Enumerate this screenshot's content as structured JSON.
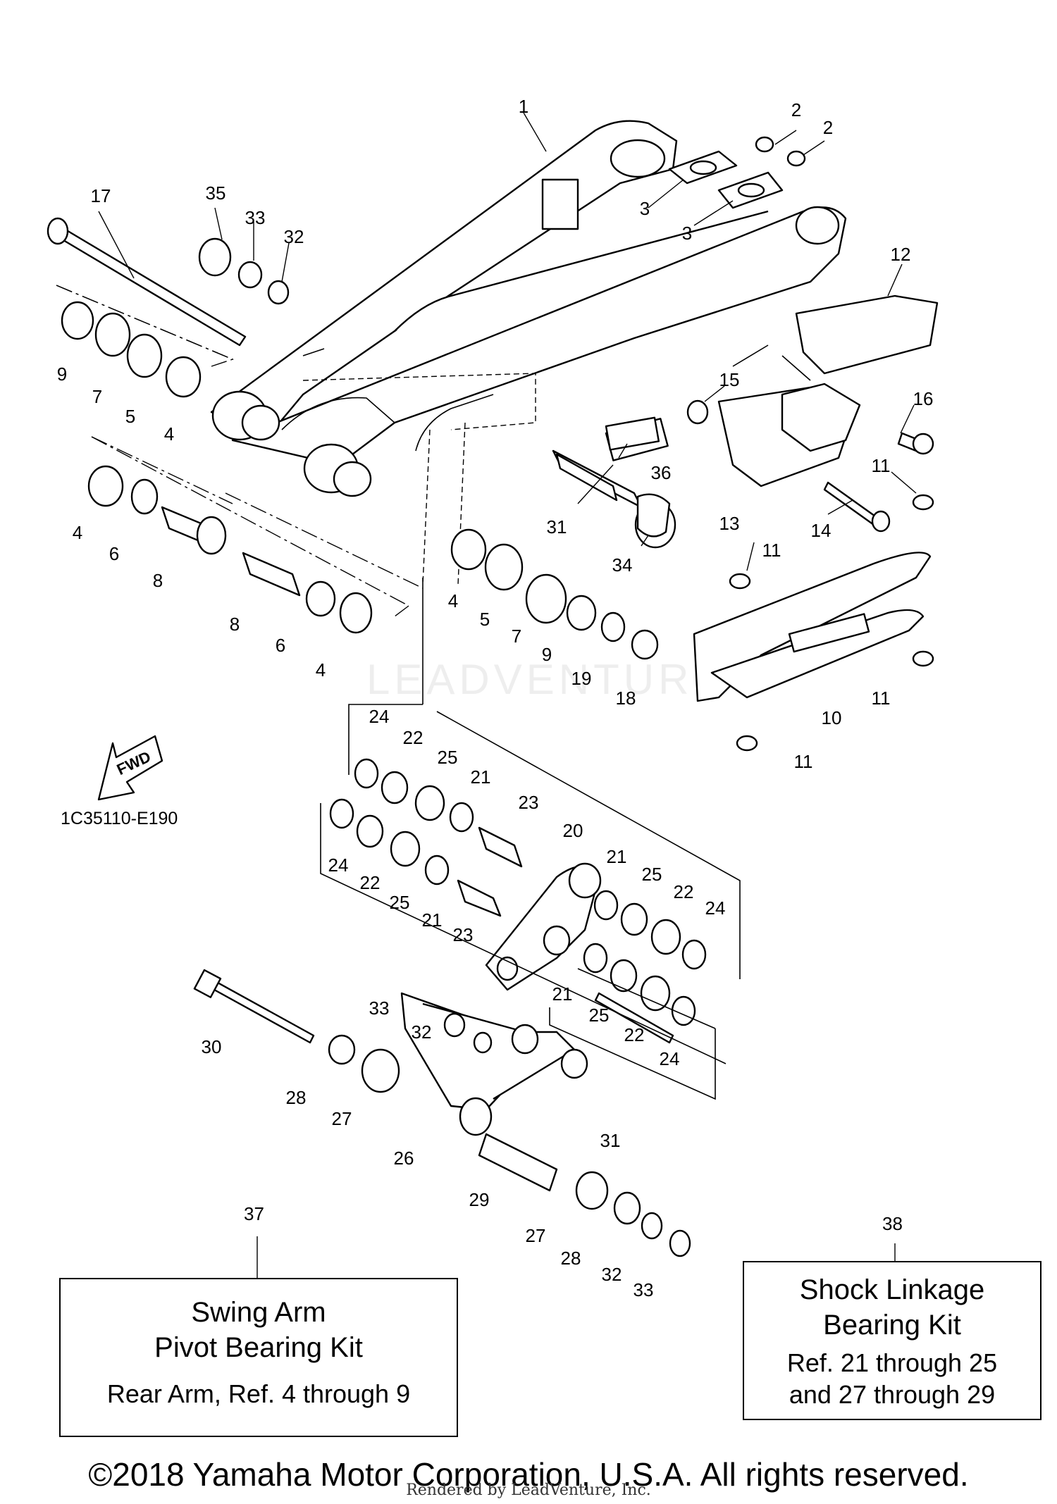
{
  "diagram_code": "1C35110-E190",
  "fwd_label": "FWD",
  "callouts": [
    "1",
    "2",
    "3",
    "4",
    "5",
    "6",
    "7",
    "8",
    "9",
    "10",
    "11",
    "12",
    "13",
    "14",
    "15",
    "16",
    "17",
    "18",
    "19",
    "20",
    "21",
    "22",
    "23",
    "24",
    "25",
    "26",
    "27",
    "28",
    "29",
    "30",
    "31",
    "32",
    "33",
    "34",
    "35",
    "36"
  ],
  "kit_boxes": [
    {
      "ref_number": "37",
      "title_line1": "Swing Arm",
      "title_line2": "Pivot Bearing Kit",
      "detail_line1": "Rear Arm, Ref. 4 through 9"
    },
    {
      "ref_number": "38",
      "title_line1": "Shock Linkage",
      "title_line2": "Bearing Kit",
      "detail_line1": "Ref. 21 through 25",
      "detail_line2": "and 27 through 29"
    }
  ],
  "watermark": "LEADVENTURE",
  "copyright": "©2018 Yamaha Motor Corporation, U.S.A. All rights reserved.",
  "rendered_by": "Rendered by LeadVenture, Inc."
}
